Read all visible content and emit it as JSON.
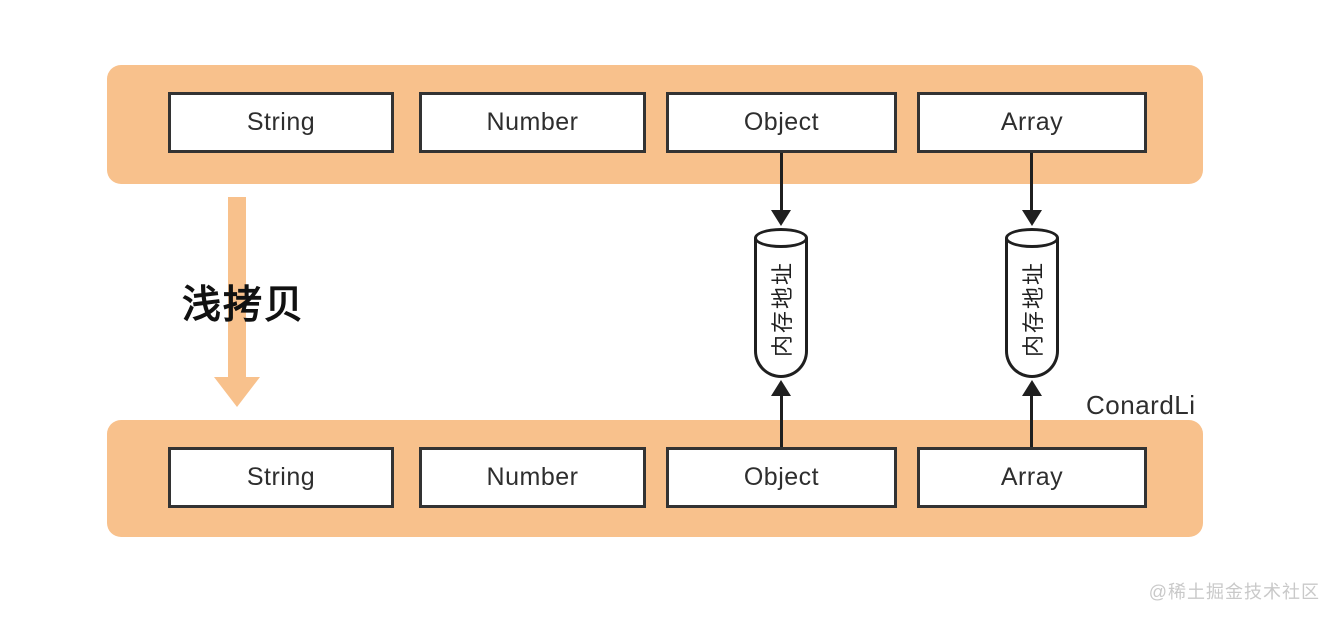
{
  "shallow_copy_label": "浅拷贝",
  "author_label": "ConardLi",
  "watermark": "@稀土掘金技术社区",
  "memory_address_label": "内存地址",
  "top_row": {
    "items": [
      "String",
      "Number",
      "Object",
      "Array"
    ]
  },
  "bottom_row": {
    "items": [
      "String",
      "Number",
      "Object",
      "Array"
    ]
  },
  "colors": {
    "bar": "#F8C18C",
    "box-border": "#333333",
    "box-text": "#2E2E2E",
    "line": "#1F1F1F",
    "label": "#111111",
    "watermark": "#C9C9C9",
    "background": "#FFFFFF"
  }
}
